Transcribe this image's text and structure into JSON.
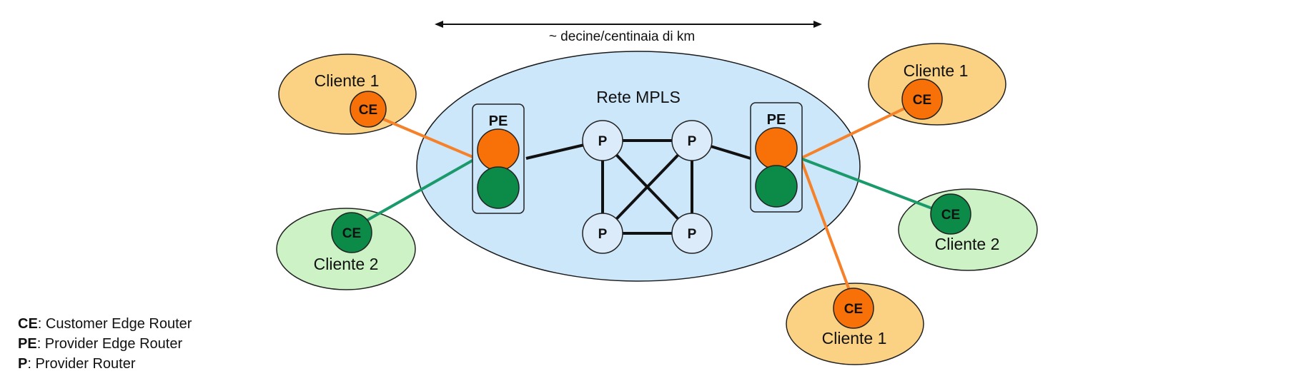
{
  "distance_label": "~ decine/centinaia di km",
  "network_label": "Rete MPLS",
  "labels": {
    "pe": "PE",
    "p": "P",
    "ce": "CE"
  },
  "clients": {
    "left_top": "Cliente 1",
    "left_bottom": "Cliente 2",
    "right_top": "Cliente 1",
    "right_middle": "Cliente 2",
    "right_bottom": "Cliente 1"
  },
  "legend": [
    {
      "abbr": "CE",
      "desc": ": Customer Edge Router"
    },
    {
      "abbr": "PE",
      "desc": ": Provider Edge Router"
    },
    {
      "abbr": "P",
      "desc": ": Provider Router"
    }
  ],
  "colors": {
    "network_fill": "#cce6fa",
    "orange_client": "#fbd283",
    "green_client": "#cdf2c6",
    "orange_router": "#f87008",
    "green_router": "#0b8a48",
    "p_router_fill": "#dcebfa",
    "line": "#111111"
  }
}
